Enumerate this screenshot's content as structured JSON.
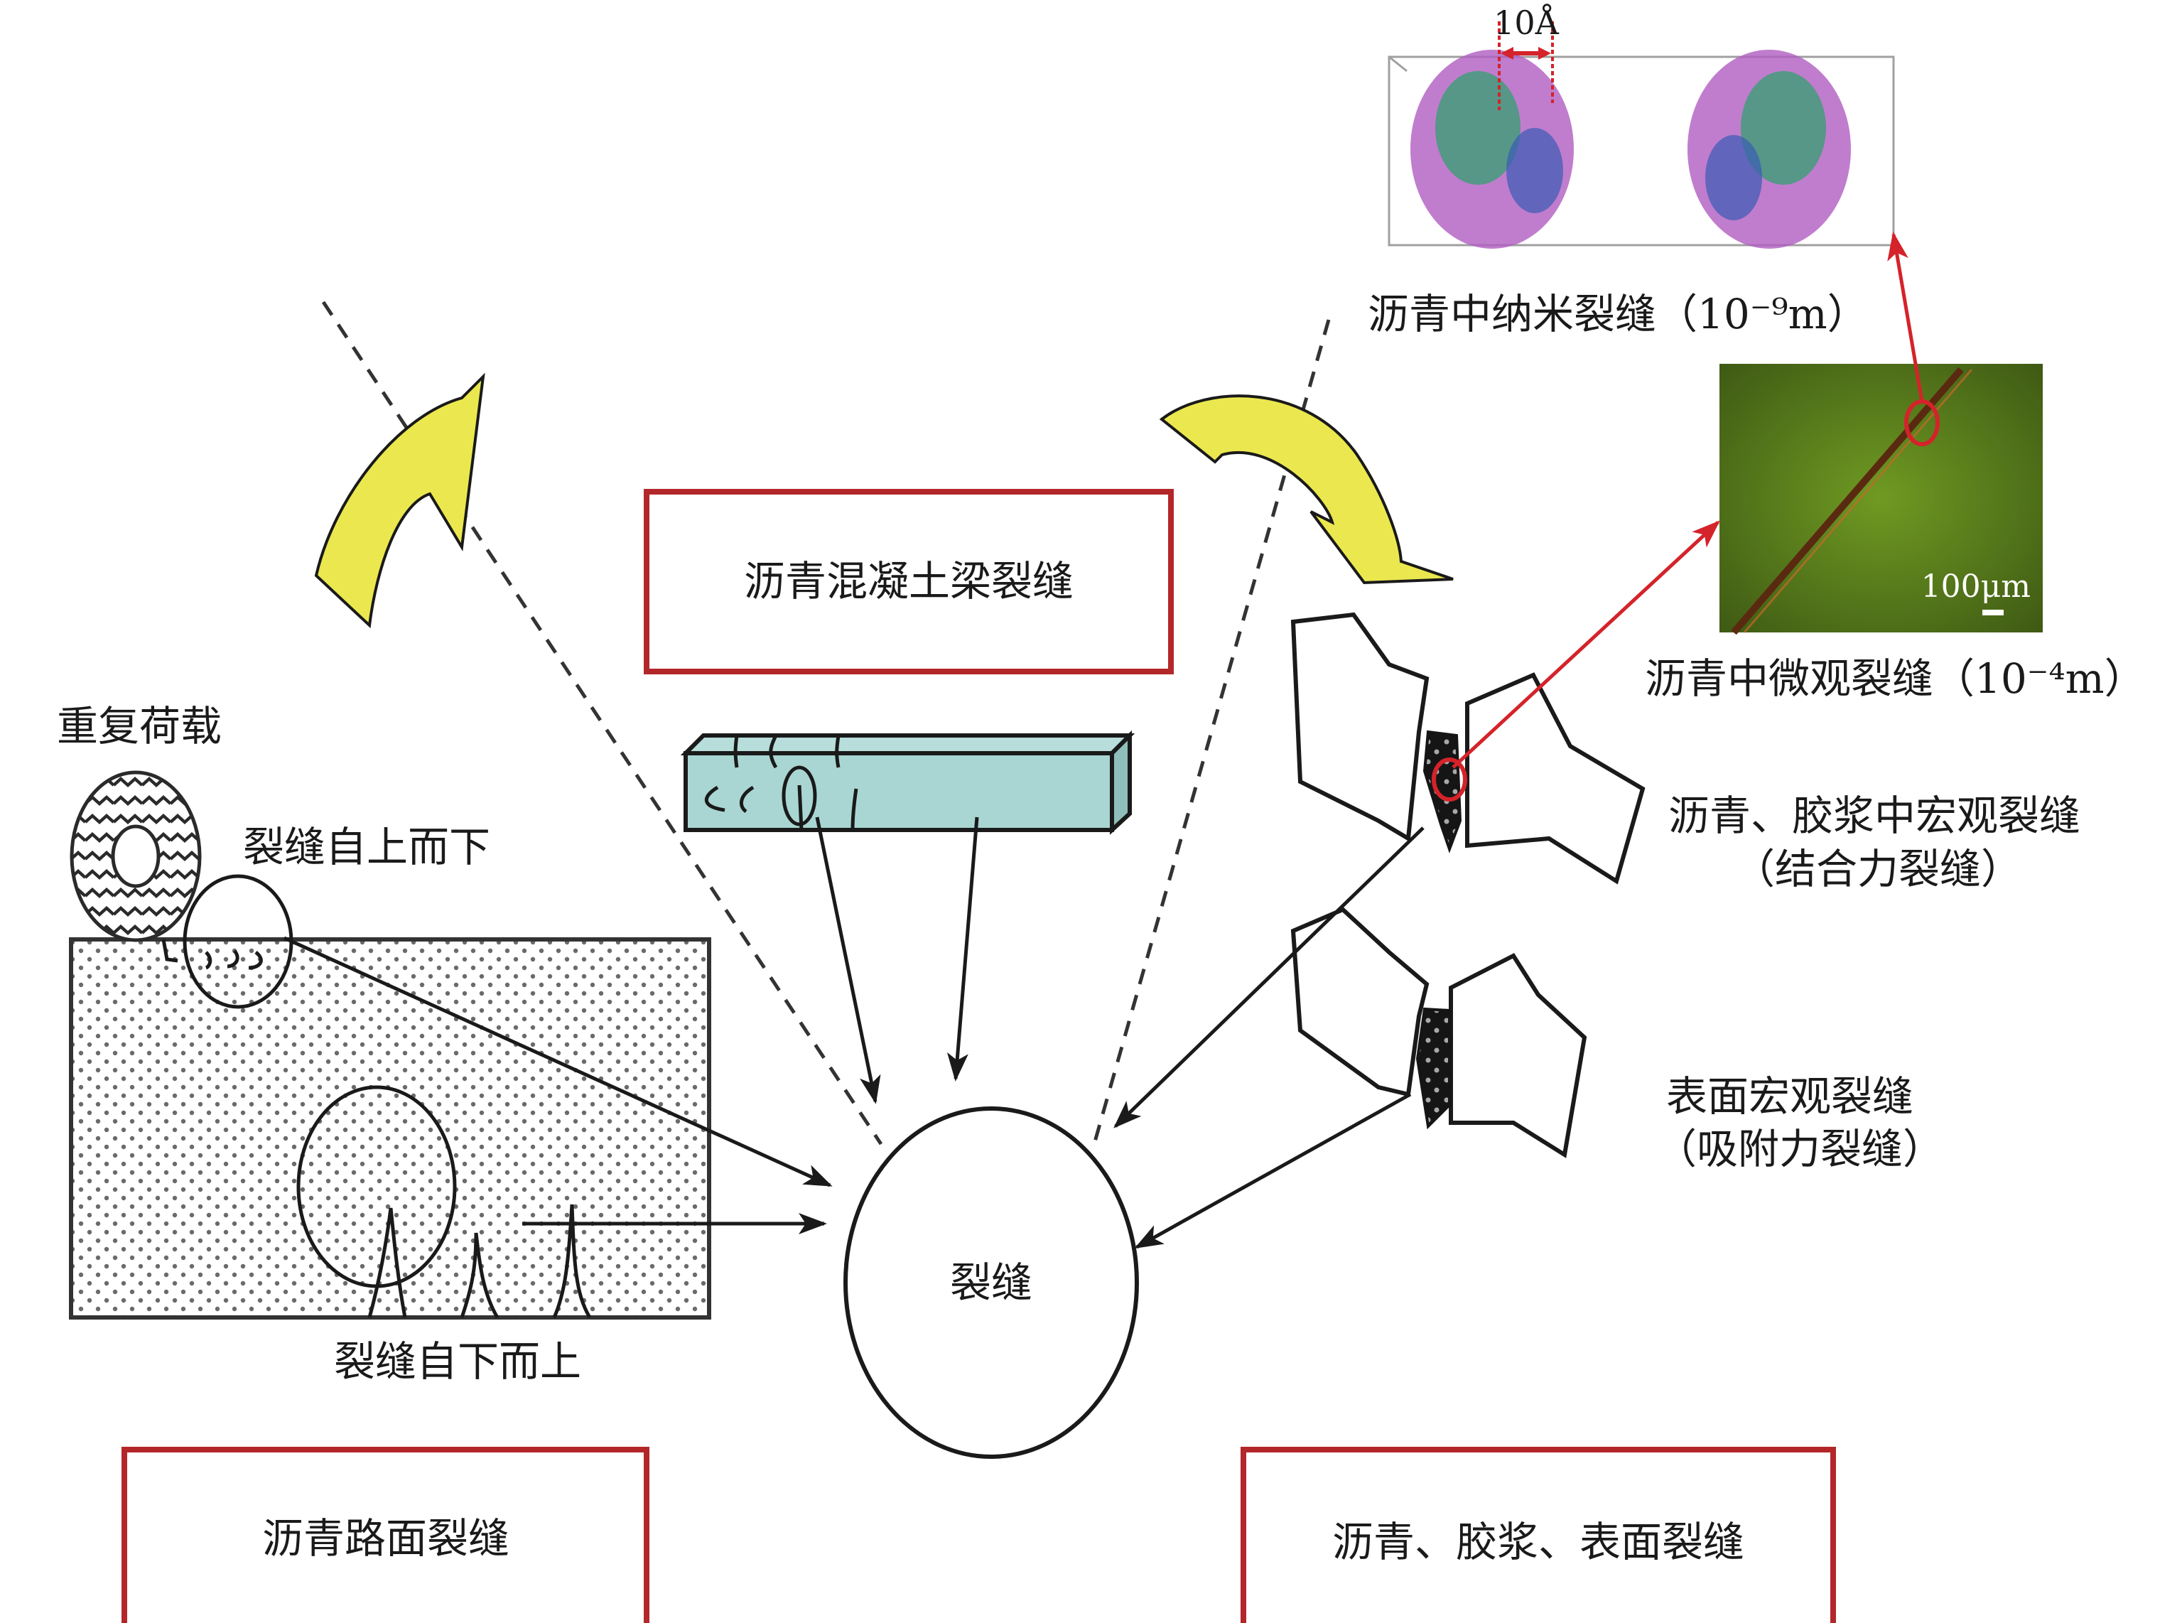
{
  "diagram": {
    "center_node": {
      "label": "裂缝"
    },
    "category_boxes": [
      {
        "id": "beam",
        "label": "沥青混凝土梁裂缝"
      },
      {
        "id": "pavement",
        "label": "沥青路面裂缝"
      },
      {
        "id": "asphalt",
        "label": "沥青、胶浆、表面裂缝"
      }
    ],
    "pavement_panel": {
      "load_label": "重复荷载",
      "top_down_label": "裂缝自上而下",
      "bottom_up_label": "裂缝自下而上"
    },
    "asphalt_panel": {
      "nano_label": "沥青中纳米裂缝（10⁻⁹m）",
      "nano_gap_label": "10Å",
      "micro_label": "沥青中微观裂缝（10⁻⁴m）",
      "micro_scale_label": "100μm",
      "cohesion_label_line1": "沥青、胶浆中宏观裂缝",
      "cohesion_label_line2": "（结合力裂缝）",
      "adhesion_label_line1": "表面宏观裂缝",
      "adhesion_label_line2": "（吸附力裂缝）"
    },
    "colors": {
      "box_border": "#b3272a",
      "zoom_link": "#d4232a",
      "curved_arrow_fill": "#ebe84f",
      "beam_fill": "#a9d6d2",
      "micrograph_green": "#5a7a1e",
      "molecule_purple": "#b05cc0",
      "molecule_green": "#2aa36a",
      "molecule_blue": "#3b5bb5"
    }
  }
}
